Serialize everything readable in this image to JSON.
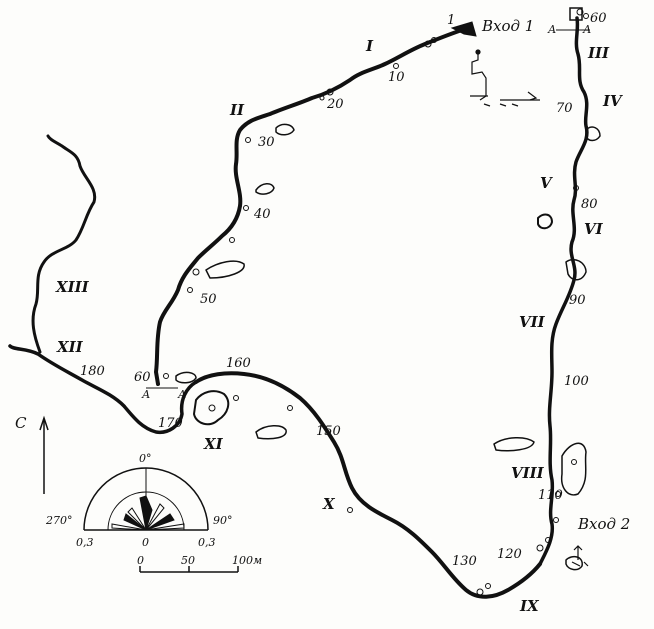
{
  "entrances": {
    "entrance_1": "Вход 1",
    "entrance_2": "Вход 2"
  },
  "section_marks": [
    "I",
    "II",
    "III",
    "IV",
    "V",
    "VI",
    "VII",
    "VIII",
    "IX",
    "X",
    "XI",
    "XII",
    "XIII"
  ],
  "distance_marks": [
    "1",
    "10",
    "20",
    "30",
    "40",
    "50",
    "60",
    "60",
    "70",
    "80",
    "90",
    "100",
    "110",
    "120",
    "130",
    "150",
    "160",
    "170",
    "180"
  ],
  "section_letter": "А",
  "north_label": "С",
  "rose": {
    "deg_0": "0°",
    "deg_90": "90°",
    "deg_270": "270°",
    "scale_left": "0,3",
    "scale_center": "0",
    "scale_right": "0,3"
  },
  "scale_bar": {
    "v0": "0",
    "v50": "50",
    "v100": "100м"
  },
  "colors": {
    "ink": "#111111",
    "paper": "#fdfdfb"
  }
}
